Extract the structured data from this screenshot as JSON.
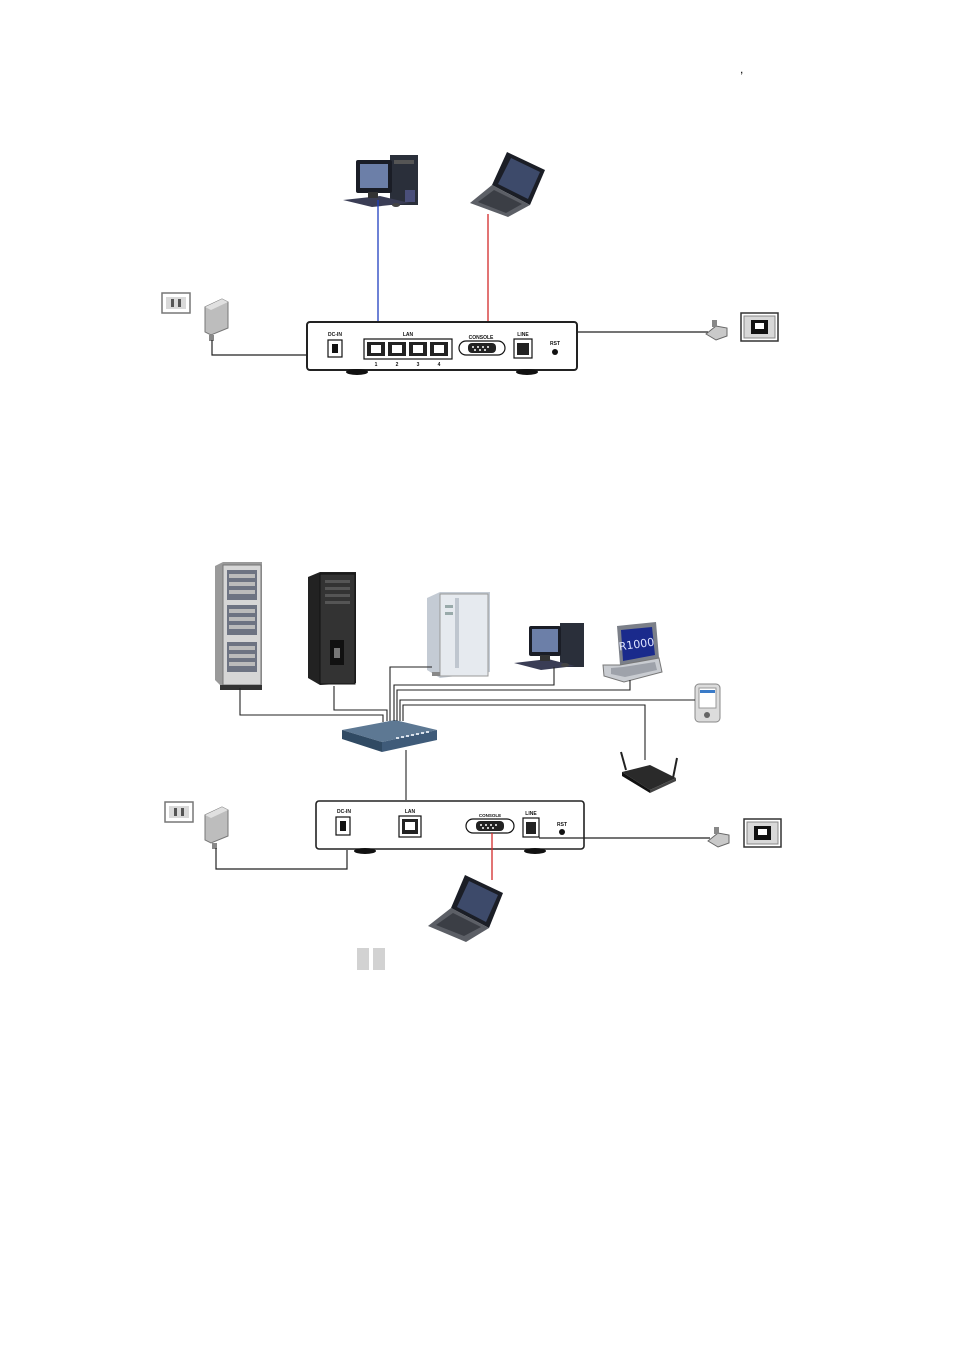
{
  "top_mark": ",",
  "diagram1": {
    "ports": {
      "power": "DC-IN",
      "lan": "LAN",
      "lan_numbers": [
        "1",
        "2",
        "3",
        "4"
      ],
      "console": "CONSOLE",
      "line": "LINE",
      "reset": "RST"
    },
    "colors": {
      "pc_cable": "#1f3fbf",
      "laptop_cable": "#d22a2a",
      "line": "#222222"
    }
  },
  "diagram2": {
    "ports": {
      "power": "DC-IN",
      "lan": "LAN",
      "console": "CONSOLE",
      "line": "LINE",
      "reset": "RST"
    },
    "laptop_screen_text": "R1000",
    "colors": {
      "console_cable": "#d22a2a",
      "line": "#222222",
      "switch": "#3c5a78"
    }
  }
}
